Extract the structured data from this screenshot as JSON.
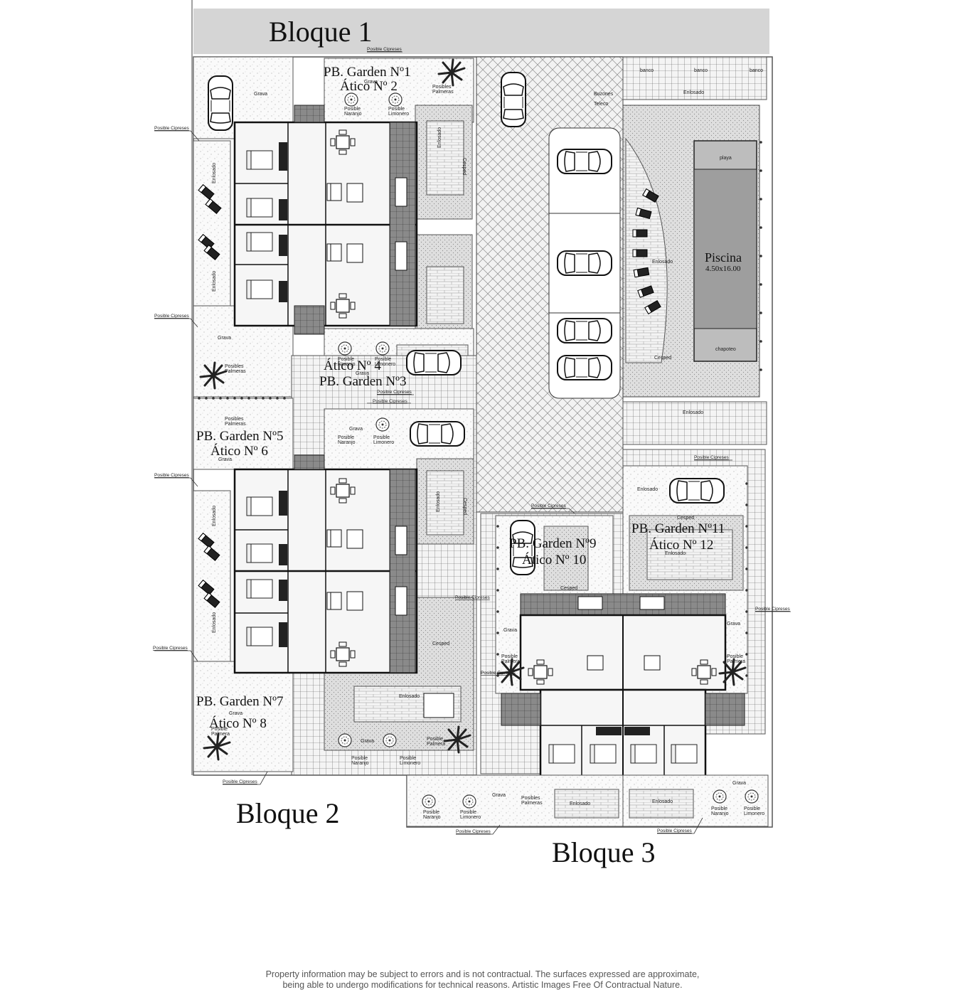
{
  "blocks": {
    "b1": "Bloque 1",
    "b2": "Bloque 2",
    "b3": "Bloque 3"
  },
  "units": {
    "u1a": "PB. Garden Nº1",
    "u1b": "Ático Nº 2",
    "u3a": "Ático Nº 4",
    "u3b": "PB. Garden Nº3",
    "u5a": "PB. Garden Nº5",
    "u5b": "Ático Nº 6",
    "u7a": "PB. Garden Nº7",
    "u7b": "Ático Nº 8",
    "u9a": "PB. Garden Nº9",
    "u9b": "Ático Nº 10",
    "u11a": "PB. Garden Nº11",
    "u11b": "Ático Nº 12"
  },
  "pool": {
    "name": "Piscina",
    "dims": "4.50x16.00",
    "beach": "playa",
    "splash": "chapoteo"
  },
  "labels": {
    "grava": "Grava",
    "enlosado": "Enlosado",
    "cesped": "Cesped",
    "buzones": "Buzones",
    "teleco": "Teleco",
    "posibles_palmeras": "Posibles Palmeras",
    "posible_naranjo": "Posible Naranjo",
    "posible_limonero": "Posible Limonero",
    "posible_palmera": "Posible Palmera",
    "posibles": "Posibles",
    "palmeras": "Palmeras",
    "posible": "Posible",
    "naranjo": "Naranjo",
    "limonero": "Limonero",
    "palmera": "Palmera",
    "banco": "banco",
    "posible_cipreses": "Posible Cipreses"
  },
  "disclaimer": {
    "line1": "Property information may be subject to errors and is not contractual. The surfaces expressed are approximate,",
    "line2": "being able to undergo modifications for technical reasons. Artistic Images Free Of Contractual Nature."
  }
}
